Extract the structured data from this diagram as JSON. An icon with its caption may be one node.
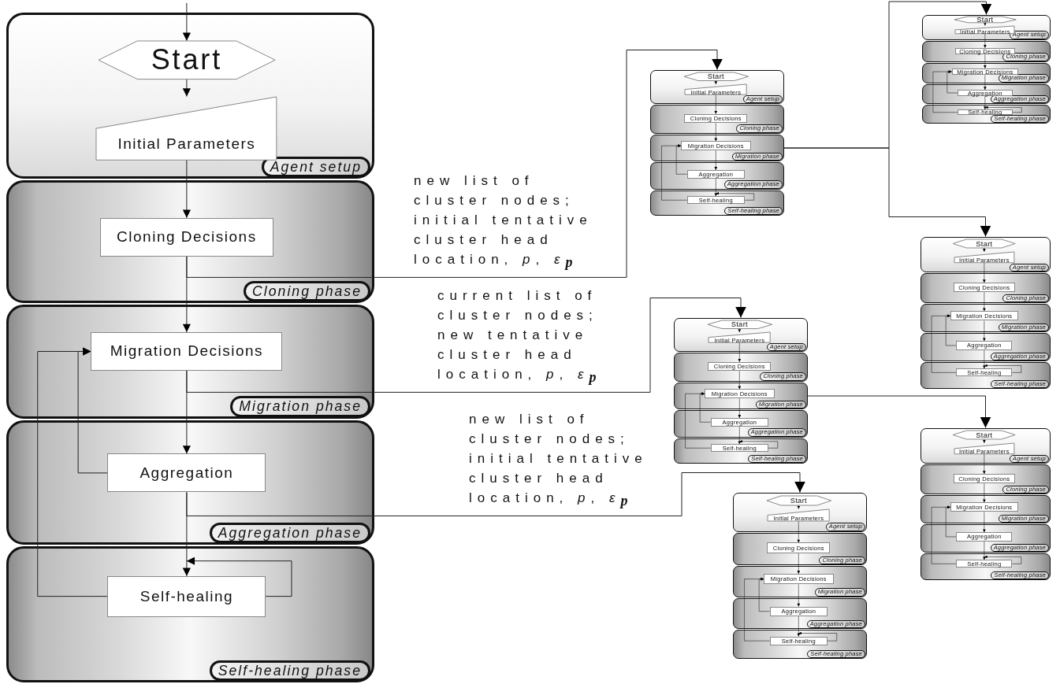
{
  "diagram": {
    "nodes": [
      {
        "text": [
          "Agent setup"
        ]
      },
      {
        "text": [
          "Start"
        ],
        "in": 0
      },
      {
        "text": [
          "Initial Parameters"
        ],
        "in": 0
      },
      {
        "text": [
          "Cloning phase"
        ]
      },
      {
        "text": [
          "Cloning Decisions"
        ],
        "in": 3
      },
      {
        "text": [
          "Migration phase"
        ]
      },
      {
        "text": [
          "Migration Decisions"
        ],
        "in": 5
      },
      {
        "text": [
          "Aggregation phase"
        ]
      },
      {
        "text": [
          "Aggregation"
        ],
        "in": 7
      },
      {
        "text": [
          "Self-healing phase"
        ]
      },
      {
        "text": [
          "Self-healing"
        ],
        "in": 9
      },
      {
        "text": [
          "Agent setup"
        ]
      },
      {
        "text": [
          "Start"
        ],
        "in": 11
      },
      {
        "text": [
          "Initial Parameters"
        ],
        "in": 11
      },
      {
        "text": [
          "Cloning phase"
        ]
      },
      {
        "text": [
          "Cloning Decisions"
        ],
        "in": 14
      },
      {
        "text": [
          "Migration phase"
        ]
      },
      {
        "text": [
          "Migration Decisions"
        ],
        "in": 16
      },
      {
        "text": [
          "Aggregation phase"
        ]
      },
      {
        "text": [
          "Aggregation"
        ],
        "in": 18
      },
      {
        "text": [
          "Self-healing phase"
        ]
      },
      {
        "text": [
          "Self-healing"
        ],
        "in": 20
      },
      {
        "text": [
          "Agent setup"
        ]
      },
      {
        "text": [
          "Start"
        ],
        "in": 22
      },
      {
        "text": [
          "Initial Parameters"
        ],
        "in": 22
      },
      {
        "text": [
          "Cloning phase"
        ]
      },
      {
        "text": [
          "Cloning Decisions"
        ],
        "in": 25
      },
      {
        "text": [
          "Migration phase"
        ]
      },
      {
        "text": [
          "Migration Decisions"
        ],
        "in": 27
      },
      {
        "text": [
          "Aggregation phase"
        ]
      },
      {
        "text": [
          "Aggregation"
        ],
        "in": 29
      },
      {
        "text": [
          "Self-healing phase"
        ]
      },
      {
        "text": [
          "Self-healing"
        ],
        "in": 31
      },
      {
        "text": [
          "Agent setup"
        ]
      },
      {
        "text": [
          "Start"
        ],
        "in": 33
      },
      {
        "text": [
          "Initial Parameters"
        ],
        "in": 33
      },
      {
        "text": [
          "Cloning phase"
        ]
      },
      {
        "text": [
          "Cloning Decisions"
        ],
        "in": 36
      },
      {
        "text": [
          "Migration phase"
        ]
      },
      {
        "text": [
          "Migration Decisions"
        ],
        "in": 38
      },
      {
        "text": [
          "Aggregation phase"
        ]
      },
      {
        "text": [
          "Aggregation"
        ],
        "in": 40
      },
      {
        "text": [
          "Self-healing phase"
        ]
      },
      {
        "text": [
          "Self-healing"
        ],
        "in": 42
      },
      {
        "text": [
          "Agent setup"
        ]
      },
      {
        "text": [
          "Start"
        ],
        "in": 44
      },
      {
        "text": [
          "Initial Parameters"
        ],
        "in": 44
      },
      {
        "text": [
          "Cloning phase"
        ]
      },
      {
        "text": [
          "Cloning Decisions"
        ],
        "in": 47
      },
      {
        "text": [
          "Migration phase"
        ]
      },
      {
        "text": [
          "Migration Decisions"
        ],
        "in": 49
      },
      {
        "text": [
          "Aggregation phase"
        ]
      },
      {
        "text": [
          "Aggregation"
        ],
        "in": 51
      },
      {
        "text": [
          "Self-healing phase"
        ]
      },
      {
        "text": [
          "Self-healing"
        ],
        "in": 53
      },
      {
        "text": [
          "Agent setup"
        ]
      },
      {
        "text": [
          "Start"
        ],
        "in": 55
      },
      {
        "text": [
          "Initial Parameters"
        ],
        "in": 55
      },
      {
        "text": [
          "Cloning phase"
        ]
      },
      {
        "text": [
          "Cloning Decisions"
        ],
        "in": 58
      },
      {
        "text": [
          "Migration phase"
        ]
      },
      {
        "text": [
          "Migration Decisions"
        ],
        "in": 60
      },
      {
        "text": [
          "Aggregation phase"
        ]
      },
      {
        "text": [
          "Aggregation"
        ],
        "in": 62
      },
      {
        "text": [
          "Self-healing phase"
        ]
      },
      {
        "text": [
          "Self-healing"
        ],
        "in": 64
      },
      {
        "text": [
          "Agent setup"
        ]
      },
      {
        "text": [
          "Start"
        ],
        "in": 66
      },
      {
        "text": [
          "Initial Parameters"
        ],
        "in": 66
      },
      {
        "text": [
          "Cloning phase"
        ]
      },
      {
        "text": [
          "Cloning Decisions"
        ],
        "in": 69
      },
      {
        "text": [
          "Migration phase"
        ]
      },
      {
        "text": [
          "Migration Decisions"
        ],
        "in": 71
      },
      {
        "text": [
          "Aggregation phase"
        ]
      },
      {
        "text": [
          "Aggregation"
        ],
        "in": 73
      },
      {
        "text": [
          "Self-healing phase"
        ]
      },
      {
        "text": [
          "Self-healing"
        ],
        "in": 75
      }
    ],
    "edges": [
      {
        "from": null,
        "to": 1,
        "arrow": "to"
      },
      {
        "from": 1,
        "to": 2,
        "arrow": "to"
      },
      {
        "from": 2,
        "to": 4,
        "arrow": "to"
      },
      {
        "from": 4,
        "to": 6,
        "arrow": "to"
      },
      {
        "from": 6,
        "to": 8,
        "arrow": "to"
      },
      {
        "from": 8,
        "to": 10,
        "arrow": "to"
      },
      {
        "from": 8,
        "to": 6,
        "arrow": "to"
      },
      {
        "from": 10,
        "to": 6,
        "arrow": "to"
      },
      {
        "from": 10,
        "to": 10,
        "arrow": "to"
      },
      {
        "from": 4,
        "to": 11,
        "arrow": "to",
        "label": "new list of cluster nodes; initial tentative cluster head location, *p*, *ε*$_{p}$"
      },
      {
        "from": 6,
        "to": 44,
        "arrow": "to",
        "label": "current list of cluster nodes; new tentative cluster head location, *p*, *ε*$_{p}$"
      },
      {
        "from": 8,
        "to": 66,
        "arrow": "to",
        "label": "new list of cluster nodes; initial tentative cluster head location, *p*, *ε*$_{p}$"
      },
      {
        "from": 16,
        "to": 22,
        "arrow": "to"
      },
      {
        "from": 16,
        "to": 33,
        "arrow": "to"
      },
      {
        "from": 49,
        "to": 55,
        "arrow": "to"
      },
      {
        "from": 12,
        "to": 13,
        "arrow": "to"
      },
      {
        "from": 13,
        "to": 15,
        "arrow": "to"
      },
      {
        "from": 15,
        "to": 17,
        "arrow": "to"
      },
      {
        "from": 17,
        "to": 19,
        "arrow": "to"
      },
      {
        "from": 19,
        "to": 21,
        "arrow": "to"
      },
      {
        "from": 19,
        "to": 17,
        "arrow": "to"
      },
      {
        "from": 21,
        "to": 17,
        "arrow": "to"
      },
      {
        "from": 21,
        "to": 21,
        "arrow": "to"
      },
      {
        "from": 23,
        "to": 24,
        "arrow": "to"
      },
      {
        "from": 24,
        "to": 26,
        "arrow": "to"
      },
      {
        "from": 26,
        "to": 28,
        "arrow": "to"
      },
      {
        "from": 28,
        "to": 30,
        "arrow": "to"
      },
      {
        "from": 30,
        "to": 32,
        "arrow": "to"
      },
      {
        "from": 30,
        "to": 28,
        "arrow": "to"
      },
      {
        "from": 32,
        "to": 28,
        "arrow": "to"
      },
      {
        "from": 32,
        "to": 32,
        "arrow": "to"
      },
      {
        "from": 34,
        "to": 35,
        "arrow": "to"
      },
      {
        "from": 35,
        "to": 37,
        "arrow": "to"
      },
      {
        "from": 37,
        "to": 39,
        "arrow": "to"
      },
      {
        "from": 39,
        "to": 41,
        "arrow": "to"
      },
      {
        "from": 41,
        "to": 43,
        "arrow": "to"
      },
      {
        "from": 41,
        "to": 39,
        "arrow": "to"
      },
      {
        "from": 43,
        "to": 39,
        "arrow": "to"
      },
      {
        "from": 43,
        "to": 43,
        "arrow": "to"
      },
      {
        "from": 45,
        "to": 46,
        "arrow": "to"
      },
      {
        "from": 46,
        "to": 48,
        "arrow": "to"
      },
      {
        "from": 48,
        "to": 50,
        "arrow": "to"
      },
      {
        "from": 50,
        "to": 52,
        "arrow": "to"
      },
      {
        "from": 52,
        "to": 54,
        "arrow": "to"
      },
      {
        "from": 52,
        "to": 50,
        "arrow": "to"
      },
      {
        "from": 54,
        "to": 50,
        "arrow": "to"
      },
      {
        "from": 54,
        "to": 54,
        "arrow": "to"
      },
      {
        "from": 56,
        "to": 57,
        "arrow": "to"
      },
      {
        "from": 57,
        "to": 59,
        "arrow": "to"
      },
      {
        "from": 59,
        "to": 61,
        "arrow": "to"
      },
      {
        "from": 61,
        "to": 63,
        "arrow": "to"
      },
      {
        "from": 63,
        "to": 65,
        "arrow": "to"
      },
      {
        "from": 63,
        "to": 61,
        "arrow": "to"
      },
      {
        "from": 65,
        "to": 61,
        "arrow": "to"
      },
      {
        "from": 65,
        "to": 65,
        "arrow": "to"
      },
      {
        "from": 67,
        "to": 68,
        "arrow": "to"
      },
      {
        "from": 68,
        "to": 70,
        "arrow": "to"
      },
      {
        "from": 70,
        "to": 72,
        "arrow": "to"
      },
      {
        "from": 72,
        "to": 74,
        "arrow": "to"
      },
      {
        "from": 74,
        "to": 76,
        "arrow": "to"
      },
      {
        "from": 74,
        "to": 72,
        "arrow": "to"
      },
      {
        "from": 76,
        "to": 72,
        "arrow": "to"
      },
      {
        "from": 76,
        "to": 76,
        "arrow": "to"
      }
    ]
  }
}
